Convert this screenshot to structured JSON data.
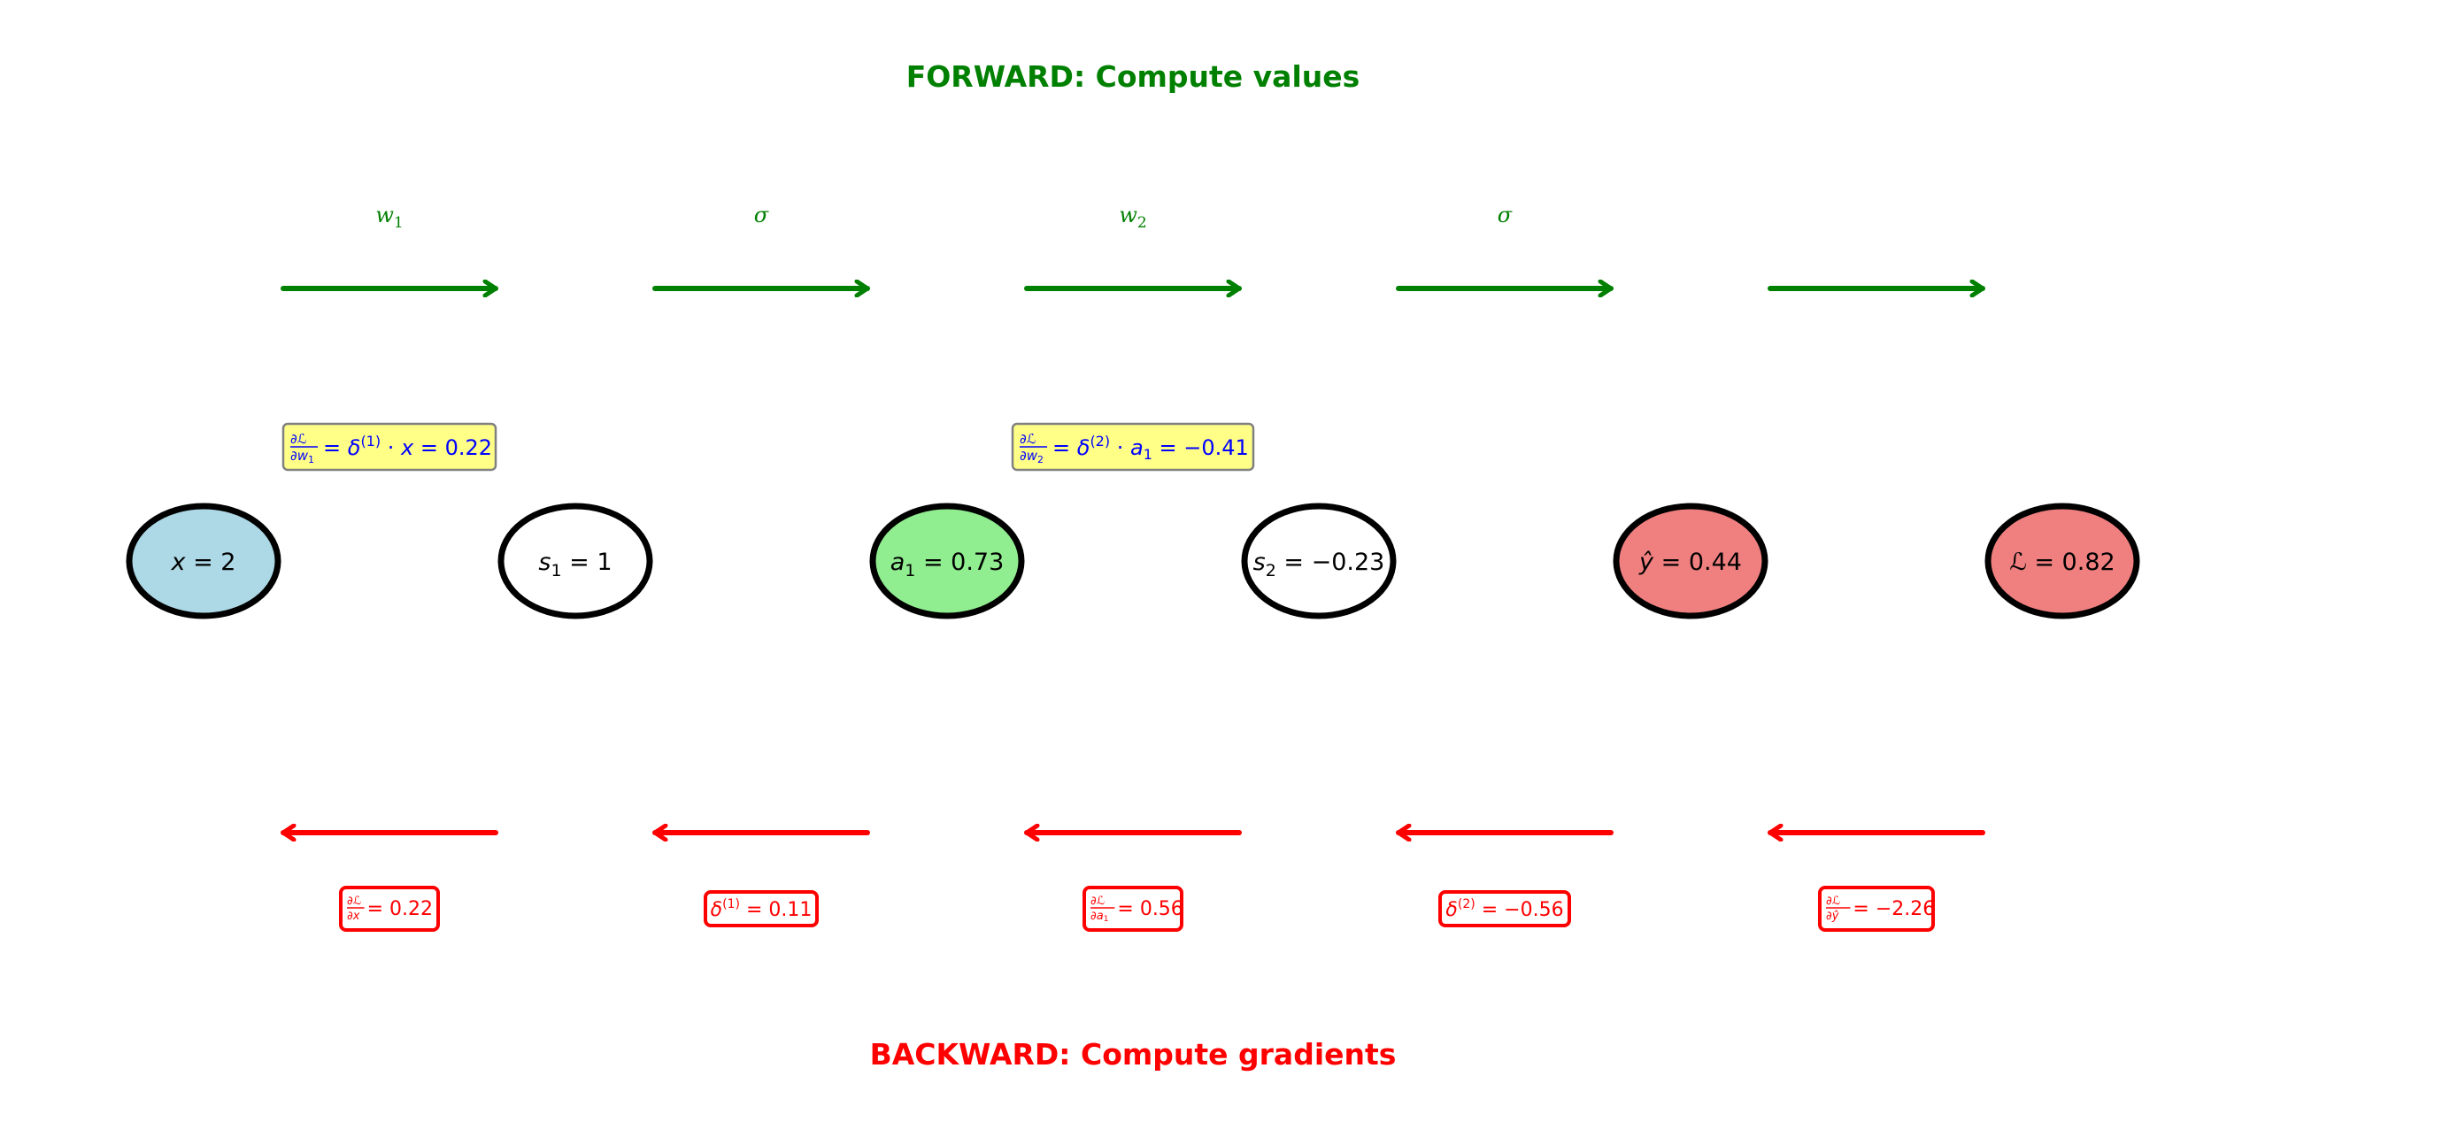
{
  "colors": {
    "forward": "#008000",
    "backward": "#ff0000",
    "grad_box_fill": "#ffff88",
    "grad_box_border": "#808080",
    "grad_text": "#0000ff",
    "node_border": "#000000"
  },
  "forward": {
    "title": "FORWARD: Compute values",
    "op_labels": [
      {
        "base": "w",
        "sub": "1"
      },
      {
        "base": "σ",
        "sub": ""
      },
      {
        "base": "w",
        "sub": "2"
      },
      {
        "base": "σ",
        "sub": ""
      }
    ],
    "arrow_count": 5
  },
  "nodes": [
    {
      "id": "x",
      "var": "x",
      "sub": "",
      "hat": false,
      "script": false,
      "value": "2",
      "fill": "#add8e6"
    },
    {
      "id": "s1",
      "var": "s",
      "sub": "1",
      "hat": false,
      "script": false,
      "value": "1",
      "fill": "#ffffff"
    },
    {
      "id": "a1",
      "var": "a",
      "sub": "1",
      "hat": false,
      "script": false,
      "value": "0.73",
      "fill": "#90ee90"
    },
    {
      "id": "s2",
      "var": "s",
      "sub": "2",
      "hat": false,
      "script": false,
      "value": "−0.23",
      "fill": "#ffffff"
    },
    {
      "id": "yhat",
      "var": "y",
      "sub": "",
      "hat": true,
      "script": false,
      "value": "0.44",
      "fill": "#f08080"
    },
    {
      "id": "loss",
      "var": "ℒ",
      "sub": "",
      "hat": false,
      "script": true,
      "value": "0.82",
      "fill": "#f08080"
    }
  ],
  "weight_gradients": [
    {
      "wrt_base": "w",
      "wrt_sub": "1",
      "delta": "(1)",
      "times": "x",
      "times_sub": "",
      "value": "0.22"
    },
    {
      "wrt_base": "w",
      "wrt_sub": "2",
      "delta": "(2)",
      "times": "a",
      "times_sub": "1",
      "value": "−0.41"
    }
  ],
  "backward": {
    "title": "BACKWARD: Compute gradients",
    "arrow_count": 5,
    "labels": [
      {
        "kind": "partial",
        "wrt_base": "x",
        "wrt_sub": "",
        "wrt_hat": false,
        "value": "0.22"
      },
      {
        "kind": "delta",
        "layer": "(1)",
        "value": "0.11"
      },
      {
        "kind": "partial",
        "wrt_base": "a",
        "wrt_sub": "1",
        "wrt_hat": false,
        "value": "0.56"
      },
      {
        "kind": "delta",
        "layer": "(2)",
        "value": "−0.56"
      },
      {
        "kind": "partial",
        "wrt_base": "y",
        "wrt_sub": "",
        "wrt_hat": true,
        "value": "−2.26"
      }
    ]
  }
}
